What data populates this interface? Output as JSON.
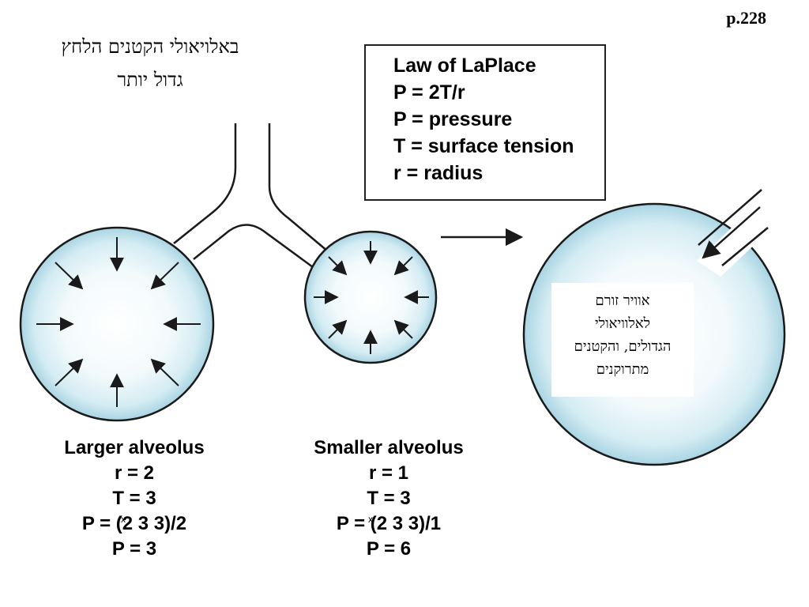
{
  "page_number": "p.228",
  "hebrew_title": [
    "באלויאולי הקטנים הלחץ",
    "גדול יותר"
  ],
  "law": [
    "Law of LaPlace",
    "P = 2T/r",
    "P = pressure",
    "T = surface tension",
    "r  = radius"
  ],
  "note": [
    "אוויר זורם",
    "לאלוויאולי",
    "הגדולים, והקטנים",
    "מתרוקנים"
  ],
  "larger": {
    "label": "Larger alveolus",
    "r": "r = 2",
    "t": "T = 3",
    "formula": "P = (2 3 3)/2",
    "result": "P = 3"
  },
  "smaller": {
    "label": "Smaller alveolus",
    "r": "r = 1",
    "t": "T = 3",
    "formula": "P = (2 3 3)/1",
    "result": "P = 6"
  },
  "x_mark": "x",
  "colors": {
    "alveolus_edge": "#eaf6fa",
    "alveolus_center": "#ffffff",
    "alveolus_rim": "#b8dde9",
    "outline": "#1a1a1a"
  }
}
